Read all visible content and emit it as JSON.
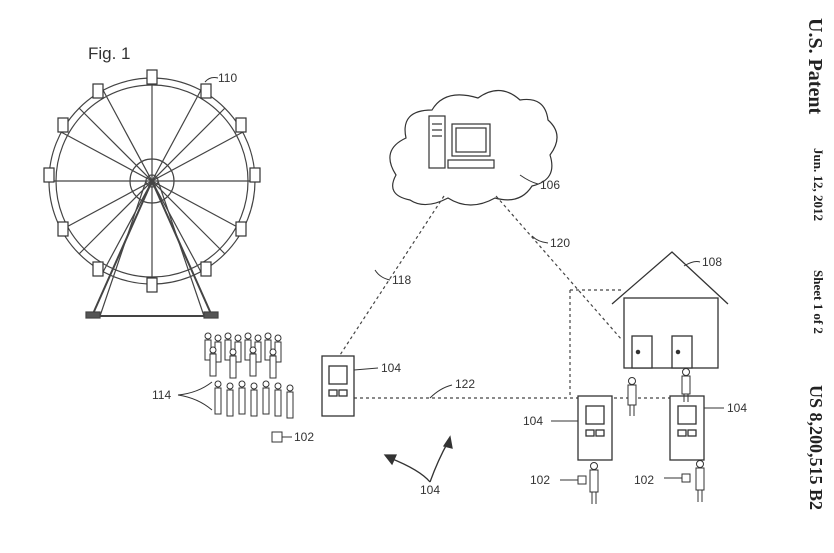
{
  "figure": {
    "title": "Fig. 1"
  },
  "header": {
    "patent": "U.S. Patent",
    "date": "Jun. 12, 2012",
    "sheet": "Sheet 1 of 2",
    "number": "US 8,200,515 B2"
  },
  "refs": {
    "ferris_wheel": "110",
    "cloud": "106",
    "house": "108",
    "link_kiosk_cloud": "118",
    "link_cloud_house": "120",
    "link_kiosks": "122",
    "crowd": "114",
    "kiosk_left": "104",
    "kiosk_mid": "104",
    "kiosk_right": "104",
    "wireless": "104",
    "device_crowd": "102",
    "device_mid": "102",
    "device_right": "102"
  }
}
